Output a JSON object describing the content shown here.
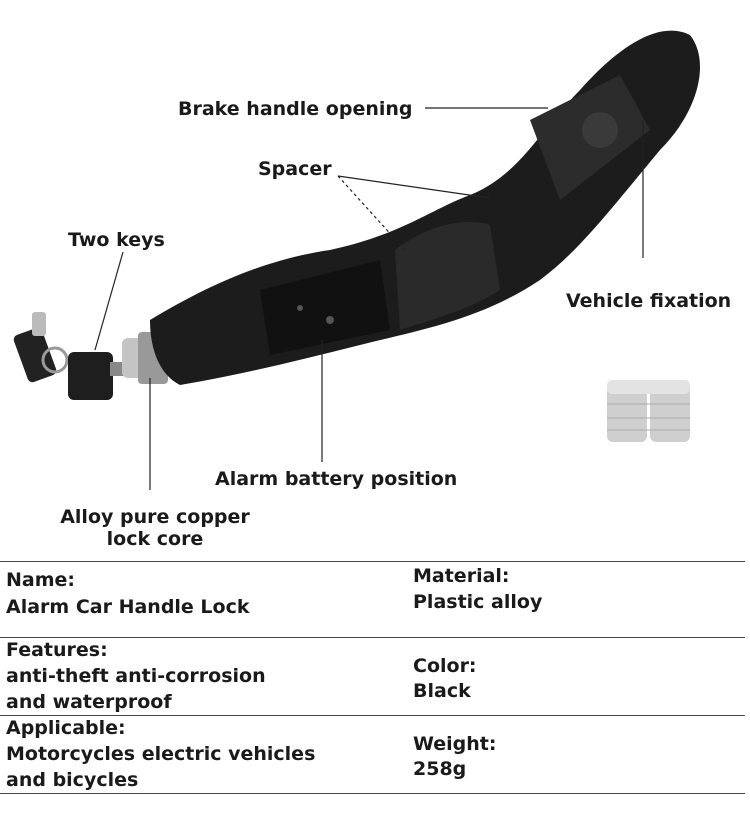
{
  "callouts": {
    "brake_handle_opening": "Brake handle opening",
    "spacer": "Spacer",
    "two_keys": "Two keys",
    "vehicle_fixation": "Vehicle fixation",
    "alarm_battery_position": "Alarm battery position",
    "lock_core_line1": "Alloy pure copper",
    "lock_core_line2": "lock core"
  },
  "specs": [
    {
      "left_label": "Name:",
      "left_value": [
        "Alarm Car Handle Lock"
      ],
      "right_label": "Material:",
      "right_value": "Plastic alloy"
    },
    {
      "left_label": "Features:",
      "left_value": [
        "anti-theft anti-corrosion",
        "and waterproof"
      ],
      "right_label": "Color:",
      "right_value": "Black"
    },
    {
      "left_label": "Applicable:",
      "left_value": [
        "Motorcycles electric vehicles",
        "and bicycles"
      ],
      "right_label": "Weight:",
      "right_value": "258g"
    }
  ],
  "colors": {
    "product": "#1c1c1c",
    "rule": "#444444",
    "battery": "#cfcfcf"
  }
}
